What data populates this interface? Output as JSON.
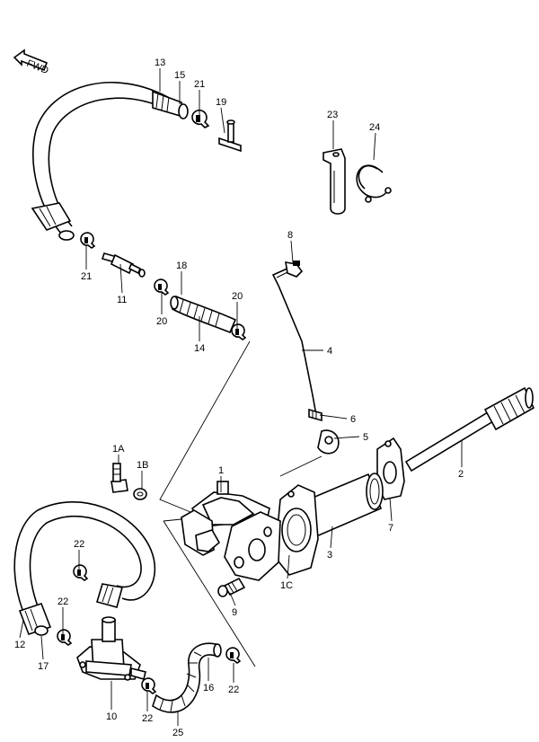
{
  "direction_marker": "FWD",
  "callouts": {
    "p13": "13",
    "p15": "15",
    "p21a": "21",
    "p19": "19",
    "p23": "23",
    "p24": "24",
    "p21b": "21",
    "p11": "11",
    "p18": "18",
    "p20a": "20",
    "p20b": "20",
    "p14": "14",
    "p8": "8",
    "p4": "4",
    "p6": "6",
    "p5": "5",
    "p2": "2",
    "p1": "1",
    "p1a": "1A",
    "p1b": "1B",
    "p7": "7",
    "p3": "3",
    "p1c": "1C",
    "p9": "9",
    "p22a": "22",
    "p22b": "22",
    "p12": "12",
    "p17": "17",
    "p10": "10",
    "p22c": "22",
    "p25": "25",
    "p16": "16",
    "p22d": "22"
  }
}
